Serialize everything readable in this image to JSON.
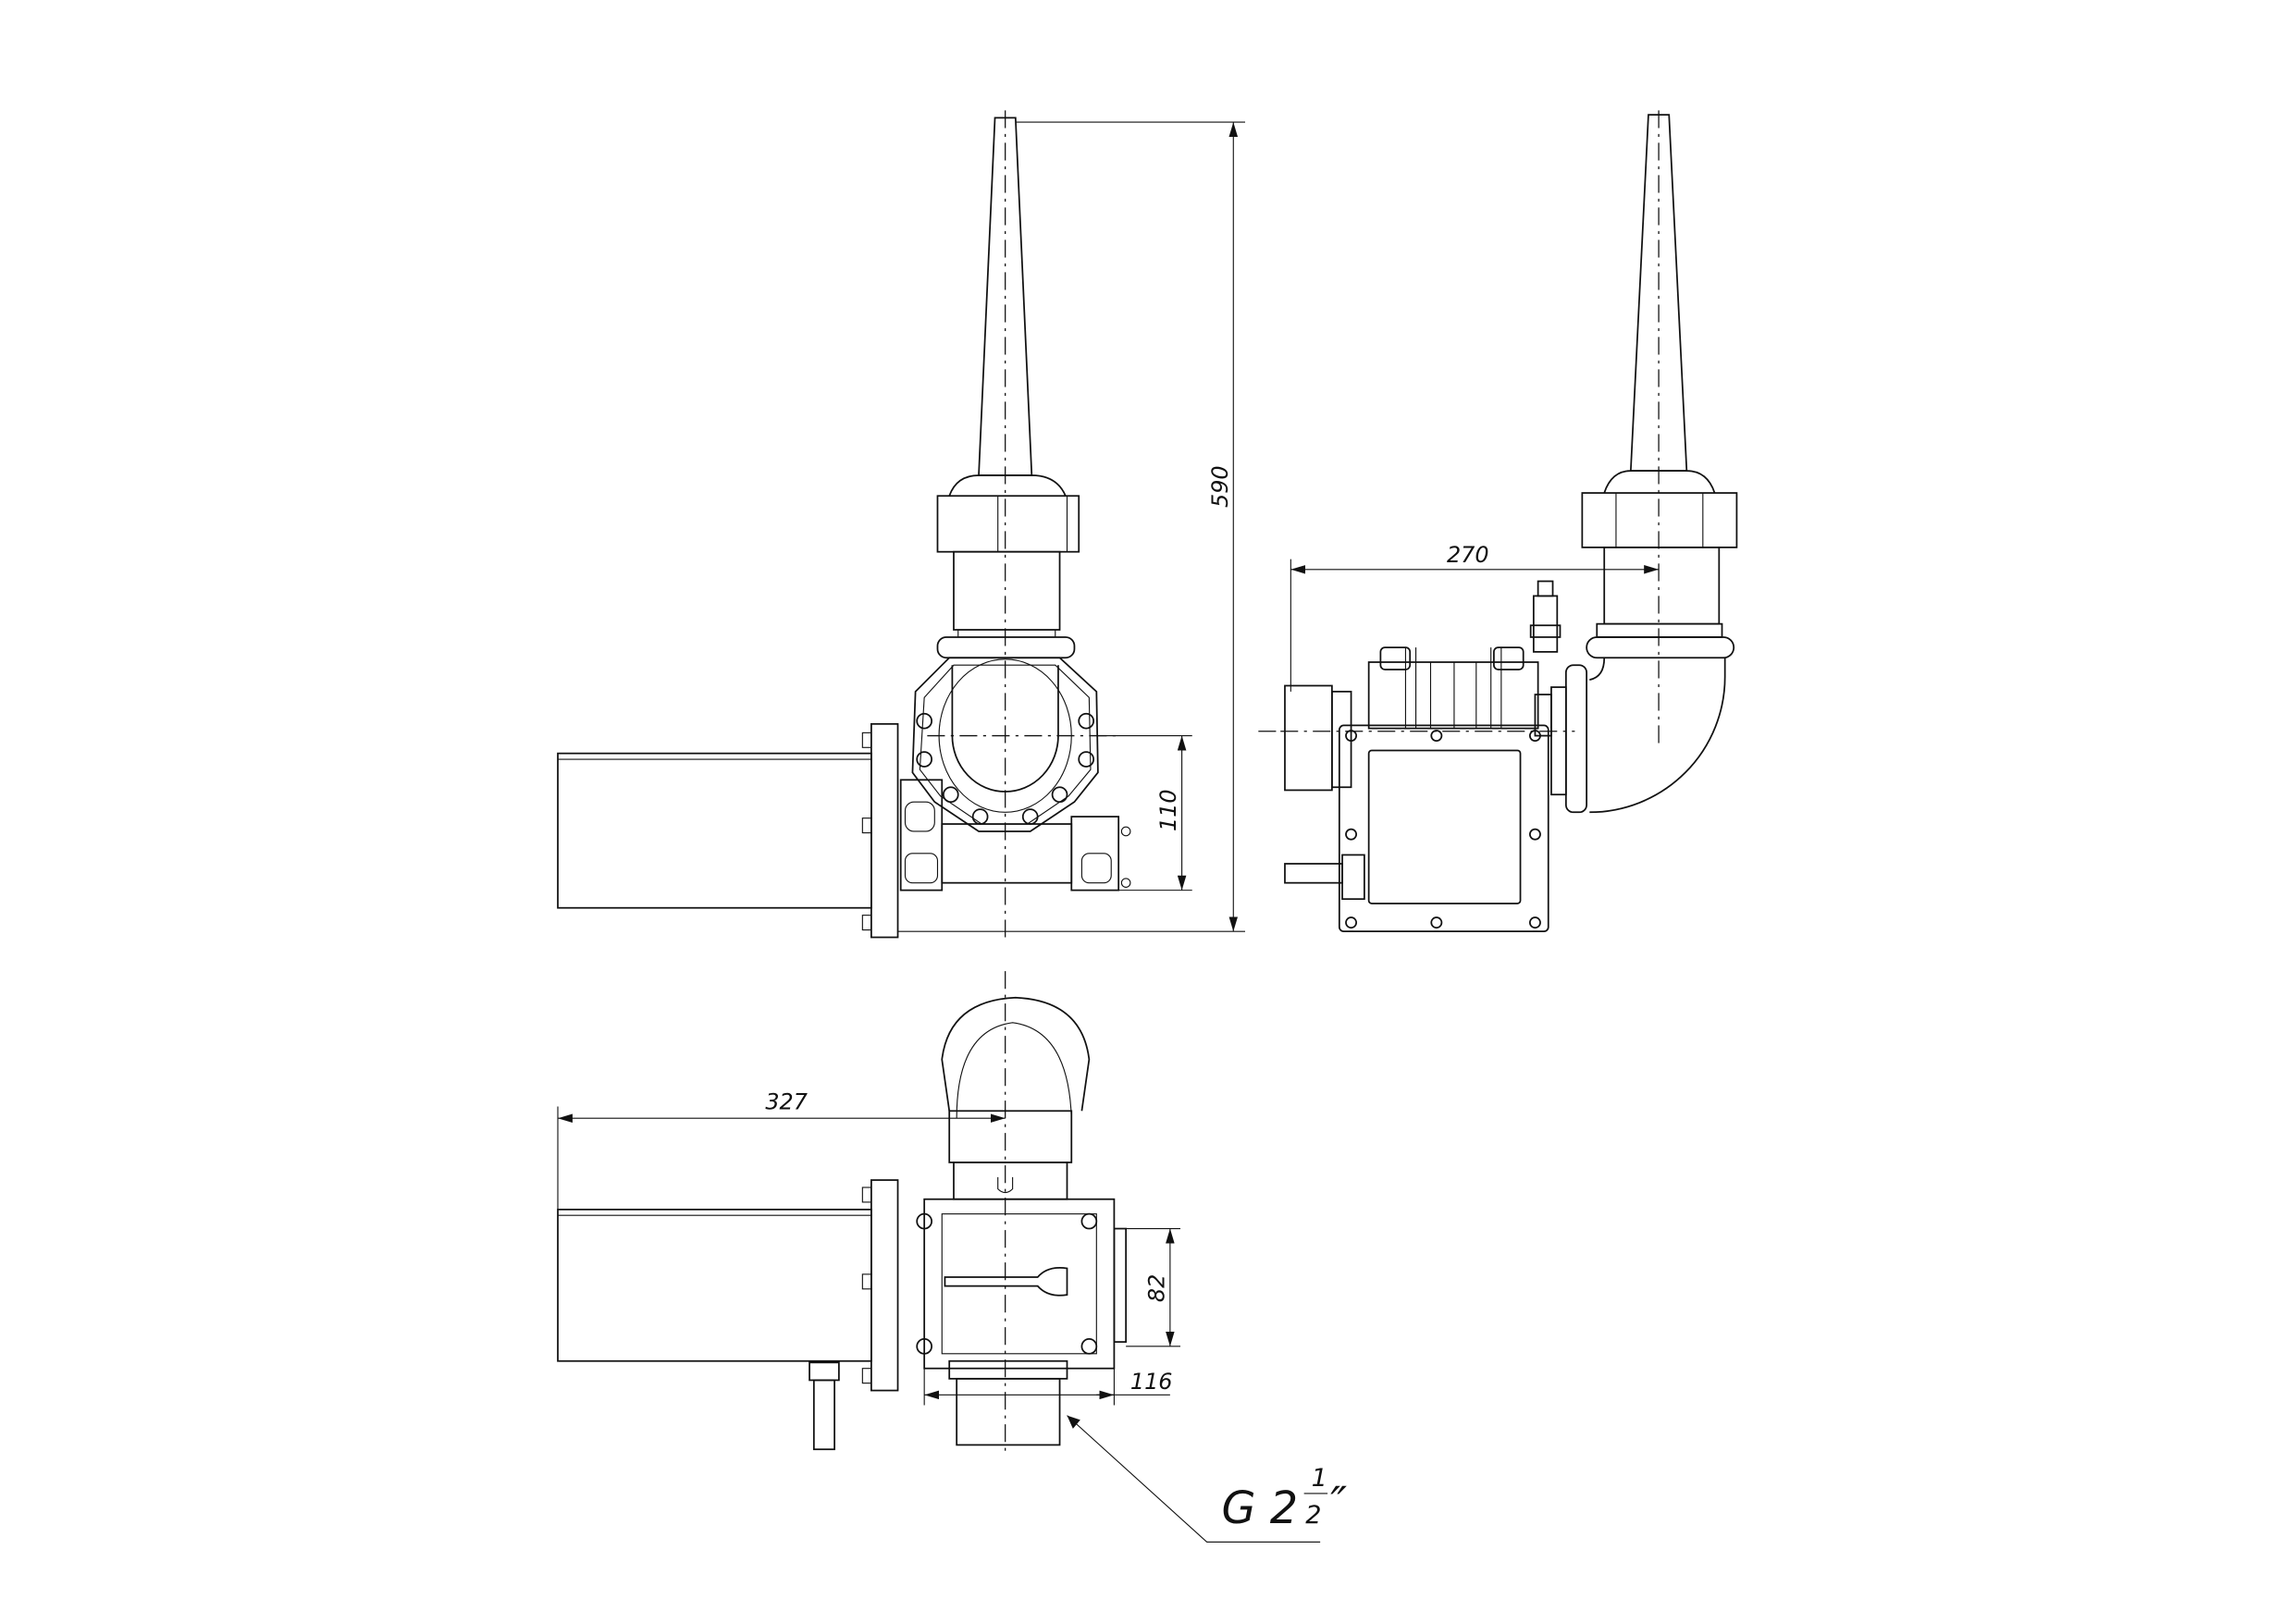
{
  "drawing": {
    "dimensions": {
      "overall_height": "590",
      "front_offset": "110",
      "side_width": "270",
      "top_length": "327",
      "top_body_height": "82",
      "top_body_width": "116"
    },
    "thread_callout": {
      "prefix": "G 2",
      "numerator": "1",
      "denominator": "2",
      "suffix": "″"
    },
    "colors": {
      "line": "#111111",
      "background": "#ffffff"
    }
  }
}
